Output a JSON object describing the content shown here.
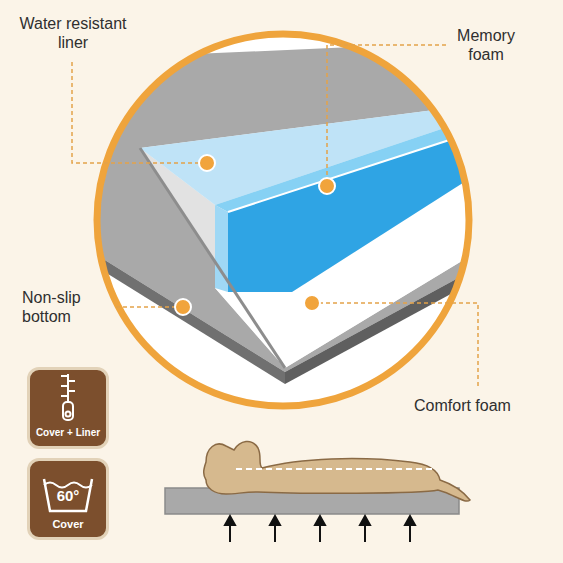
{
  "diagram": {
    "nodes": [
      {
        "text": [
          "Cover + Liner"
        ]
      },
      {
        "text": [
          "60°",
          "Cover"
        ]
      }
    ],
    "labels": [
      "Water resistant liner",
      "Memory foam",
      "Non-slip bottom",
      "Comfort foam"
    ]
  }
}
